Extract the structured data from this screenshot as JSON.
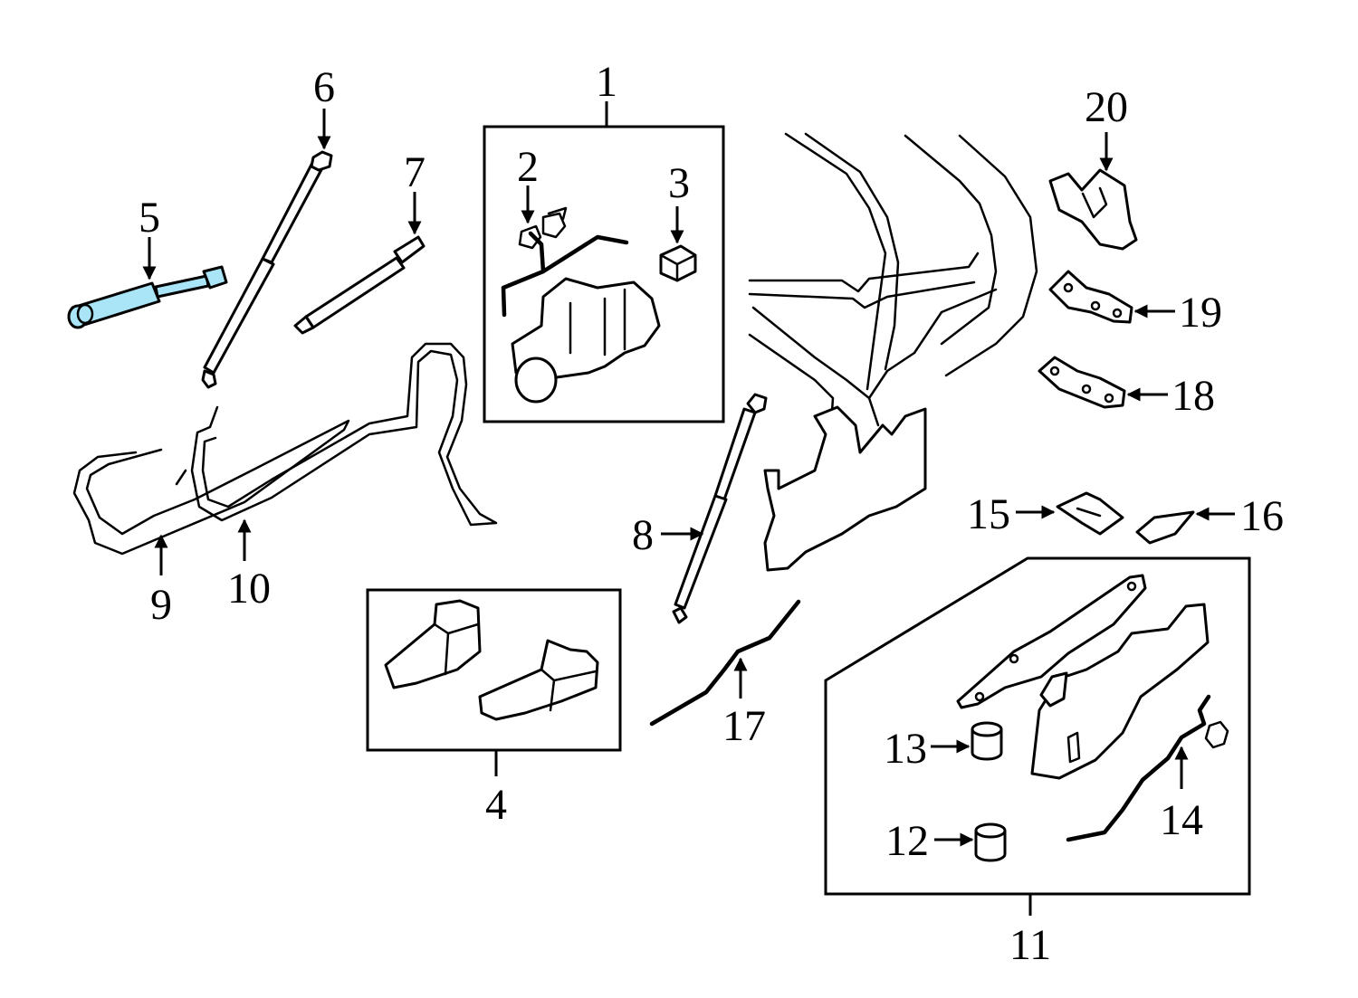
{
  "callouts": {
    "c1": "1",
    "c2": "2",
    "c3": "3",
    "c4": "4",
    "c5": "5",
    "c6": "6",
    "c7": "7",
    "c8": "8",
    "c9": "9",
    "c10": "10",
    "c11": "11",
    "c12": "12",
    "c13": "13",
    "c14": "14",
    "c15": "15",
    "c16": "16",
    "c17": "17",
    "c18": "18",
    "c19": "19",
    "c20": "20"
  },
  "colors": {
    "highlight": "#a9e4f7",
    "line": "#000000",
    "background": "#ffffff"
  }
}
